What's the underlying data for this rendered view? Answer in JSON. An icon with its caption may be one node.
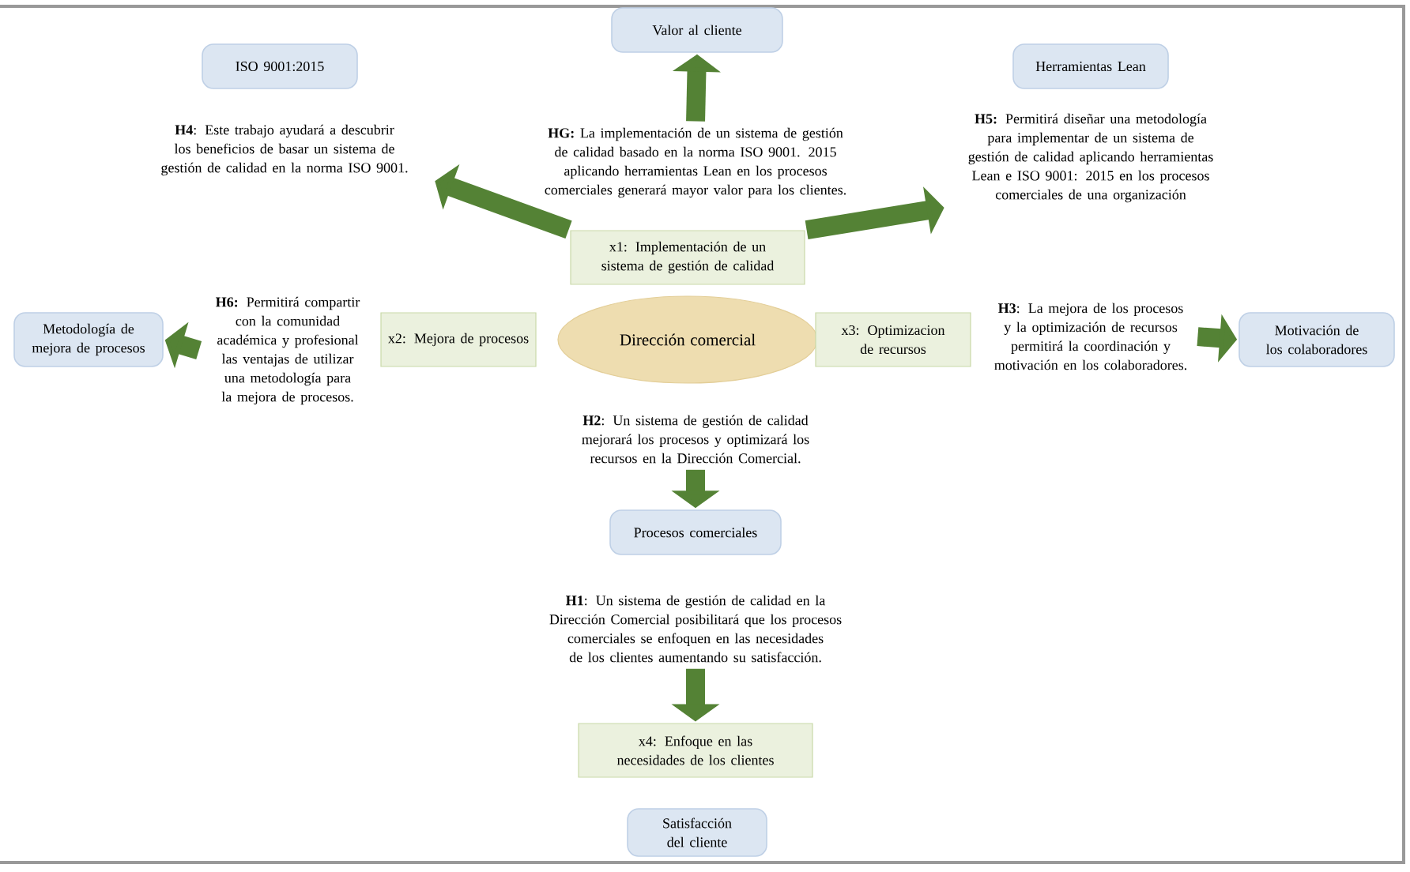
{
  "diagram": {
    "nodes": [
      {
        "text": [
          "Valor al cliente"
        ]
      },
      {
        "text": [
          "ISO 9001:2015"
        ]
      },
      {
        "text": [
          "Herramientas Lean"
        ]
      },
      {
        "text": [
          "**H4**: Este trabajo ayudará a descubrir los beneficios de basar un sistema de gestión de calidad en la norma ISO 9001."
        ]
      },
      {
        "text": [
          "**HG:** La implementación de un sistema de gestión de calidad basado en la norma ISO 9001. 2015 aplicando herramientas Lean en los procesos comerciales generará mayor valor para los clientes."
        ]
      },
      {
        "text": [
          "**H5:** Permitirá diseñar una metodología para implementar de un sistema de gestión de calidad aplicando herramientas Lean e ISO 9001: 2015 en los procesos comerciales de una organización"
        ]
      },
      {
        "text": [
          "x1: Implementación de un sistema de gestión de calidad"
        ]
      },
      {
        "text": [
          "**H6:** Permitirá compartir con la comunidad académica y profesional las ventajas de utilizar una metodología para la mejora de procesos."
        ]
      },
      {
        "text": [
          "x2: Mejora de procesos"
        ]
      },
      {
        "text": [
          "Dirección comercial"
        ]
      },
      {
        "text": [
          "x3: Optimizacion de recursos"
        ]
      },
      {
        "text": [
          "**H3**: La mejora de los procesos y la optimización de recursos permitirá la coordinación y motivación en los colaboradores."
        ]
      },
      {
        "text": [
          "Metodología de mejora de procesos"
        ]
      },
      {
        "text": [
          "Motivación de los colaboradores"
        ]
      },
      {
        "text": [
          "**H2**: Un sistema de gestión de calidad mejorará los procesos y optimizará los recursos en la Dirección Comercial."
        ]
      },
      {
        "text": [
          "Procesos comerciales"
        ]
      },
      {
        "text": [
          "**H1**: Un sistema de gestión de calidad en la Dirección Comercial posibilitará que los procesos comerciales se enfoquen en las necesidades de los clientes aumentando su satisfacción."
        ]
      },
      {
        "text": [
          "x4: Enfoque en las necesidades de los clientes"
        ]
      },
      {
        "text": [
          "Satisfacción del cliente"
        ]
      }
    ],
    "edges": [
      {
        "from": 4,
        "to": 0,
        "arrow": "to"
      },
      {
        "from": 6,
        "to": 3,
        "arrow": "to"
      },
      {
        "from": 6,
        "to": 5,
        "arrow": "to"
      },
      {
        "from": 7,
        "to": 12,
        "arrow": "to"
      },
      {
        "from": 11,
        "to": 13,
        "arrow": "to"
      },
      {
        "from": 14,
        "to": 15,
        "arrow": "to"
      },
      {
        "from": 16,
        "to": 17,
        "arrow": "to"
      }
    ]
  }
}
